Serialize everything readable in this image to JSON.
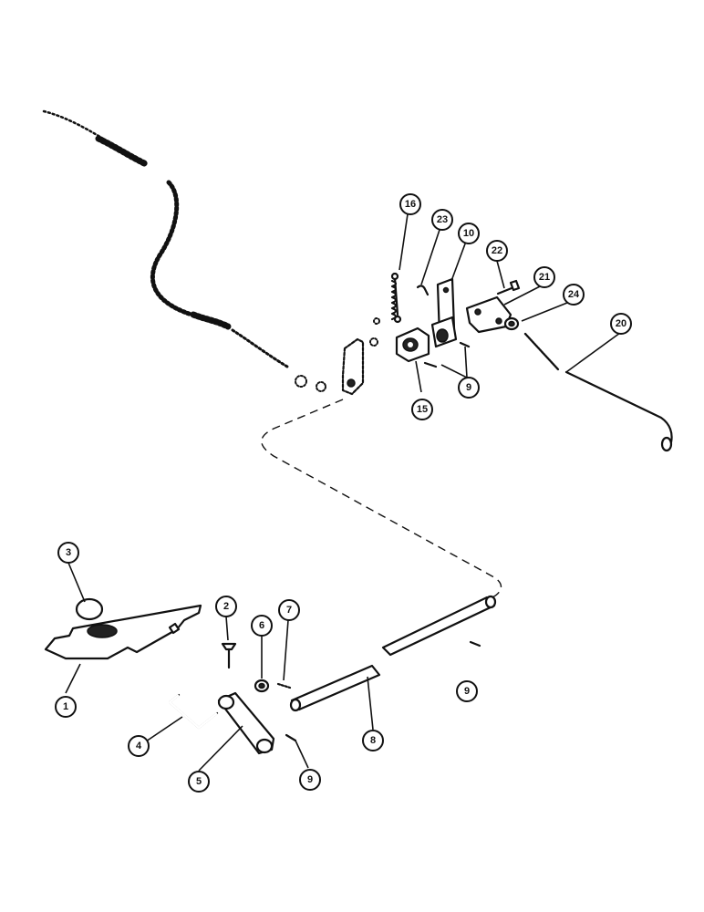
{
  "callouts": [
    {
      "id": "c1",
      "label": "1"
    },
    {
      "id": "c2",
      "label": "2"
    },
    {
      "id": "c3",
      "label": "3"
    },
    {
      "id": "c4",
      "label": "4"
    },
    {
      "id": "c5",
      "label": "5"
    },
    {
      "id": "c6",
      "label": "6"
    },
    {
      "id": "c7",
      "label": "7"
    },
    {
      "id": "c8",
      "label": "8"
    },
    {
      "id": "c9a",
      "label": "9"
    },
    {
      "id": "c9b",
      "label": "9"
    },
    {
      "id": "c9c",
      "label": "9"
    },
    {
      "id": "c10",
      "label": "10"
    },
    {
      "id": "c15",
      "label": "15"
    },
    {
      "id": "c16",
      "label": "16"
    },
    {
      "id": "c20",
      "label": "20"
    },
    {
      "id": "c21",
      "label": "21"
    },
    {
      "id": "c22",
      "label": "22"
    },
    {
      "id": "c23",
      "label": "23"
    },
    {
      "id": "c24",
      "label": "24"
    }
  ]
}
